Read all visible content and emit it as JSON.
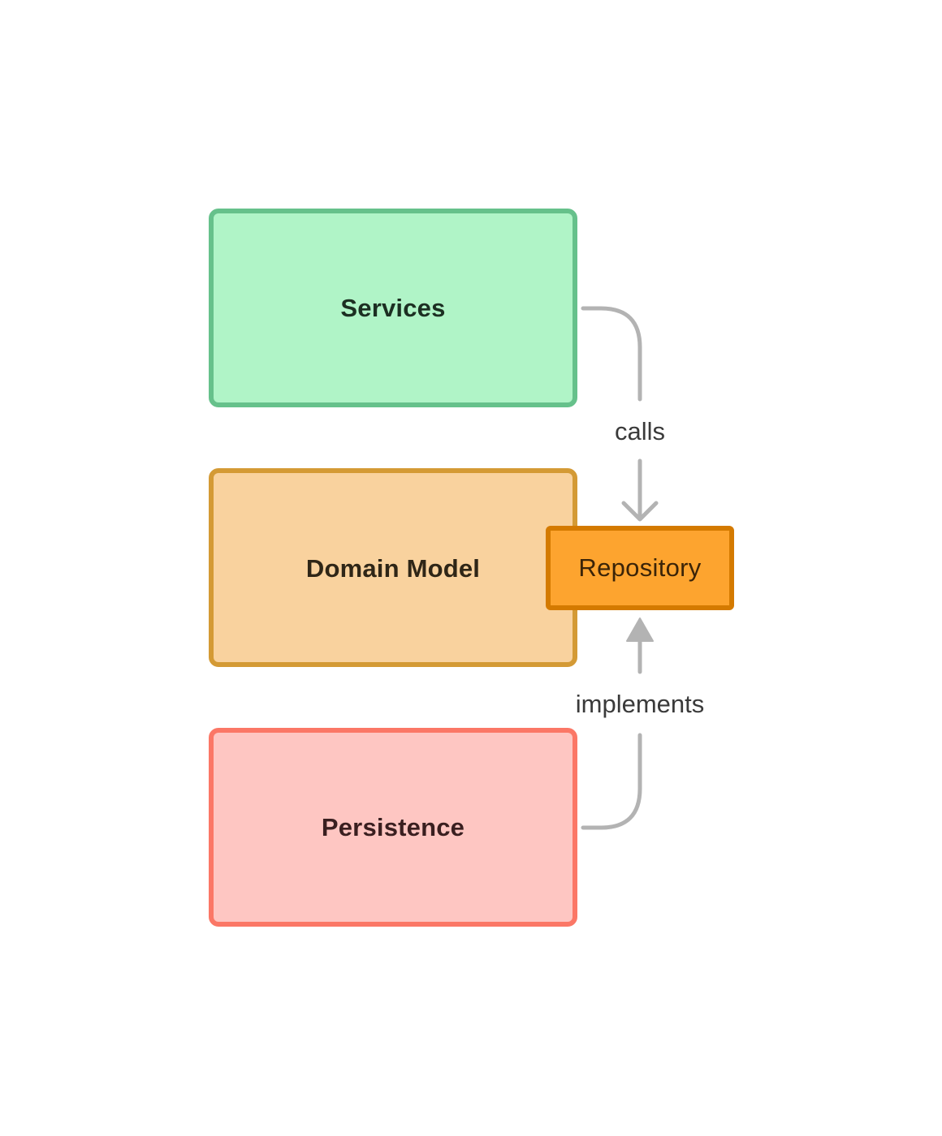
{
  "layers": {
    "services": {
      "label": "Services",
      "fill": "#b0f4c7",
      "border": "#66c18b"
    },
    "domain_model": {
      "label": "Domain Model",
      "fill": "#f9d29e",
      "border": "#d49a35"
    },
    "persistence": {
      "label": "Persistence",
      "fill": "#fec6c2",
      "border": "#fb7766"
    }
  },
  "repository": {
    "label": "Repository",
    "fill": "#fda42f",
    "border": "#d47a00"
  },
  "edges": {
    "calls": {
      "label": "calls",
      "from": "Services",
      "to": "Repository",
      "arrow": "open-chevron"
    },
    "implements": {
      "label": "implements",
      "from": "Persistence",
      "to": "Repository",
      "arrow": "filled-triangle"
    }
  },
  "connector_color": "#b3b3b3"
}
